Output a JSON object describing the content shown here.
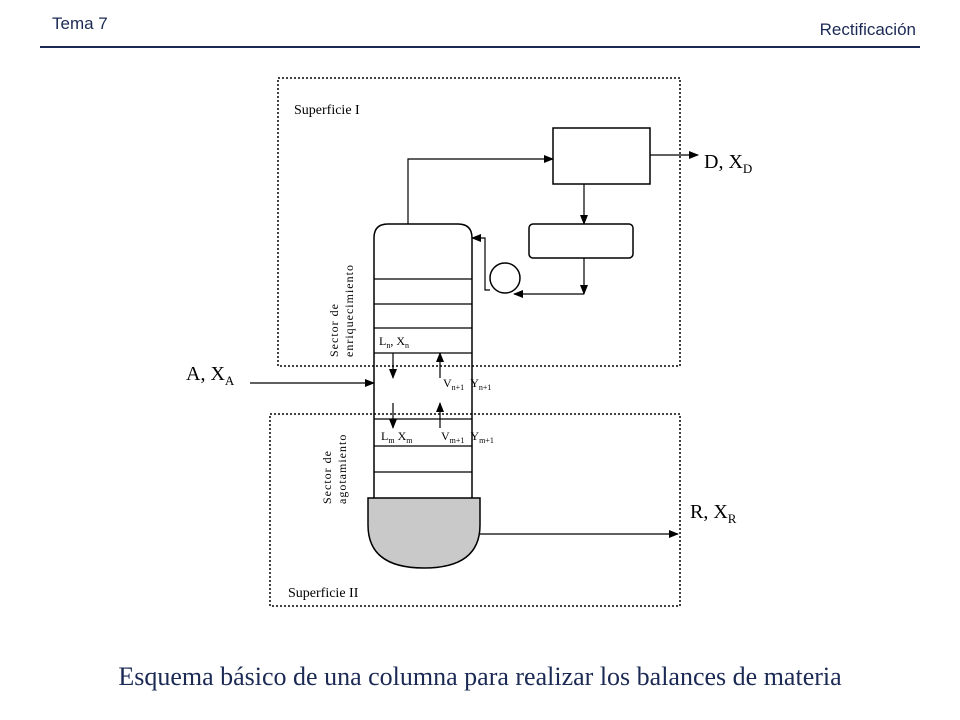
{
  "header": {
    "topic": "Tema 7",
    "section": "Rectificación"
  },
  "caption": "Esquema básico de una columna para realizar los balances de materia",
  "diagram": {
    "surface_top": "Superficie I",
    "surface_bottom": "Superficie II",
    "sector_top_line1": "Sector de",
    "sector_top_line2": "enriquecimiento",
    "sector_bottom_line1": "Sector de",
    "sector_bottom_line2": "agotamiento",
    "feed": {
      "main": "A, X",
      "sub": "A"
    },
    "distillate": {
      "main": "D, X",
      "sub": "D"
    },
    "residue": {
      "main": "R, X",
      "sub": "R"
    },
    "ln": {
      "a": "L",
      "a_sub": "n",
      "b": ", X",
      "b_sub": "n"
    },
    "vn": {
      "a": "V",
      "a_sub": "n+1",
      "b": "Y",
      "b_sub": "n+1"
    },
    "lm": {
      "a": "L",
      "a_sub": "m",
      "b": " X",
      "b_sub": "m"
    },
    "vm": {
      "a": "V",
      "a_sub": "m+1",
      "b": "Y",
      "b_sub": "m+1"
    }
  },
  "colors": {
    "header_text": "#1b2a55",
    "reboiler_fill": "#c9c9c9"
  }
}
